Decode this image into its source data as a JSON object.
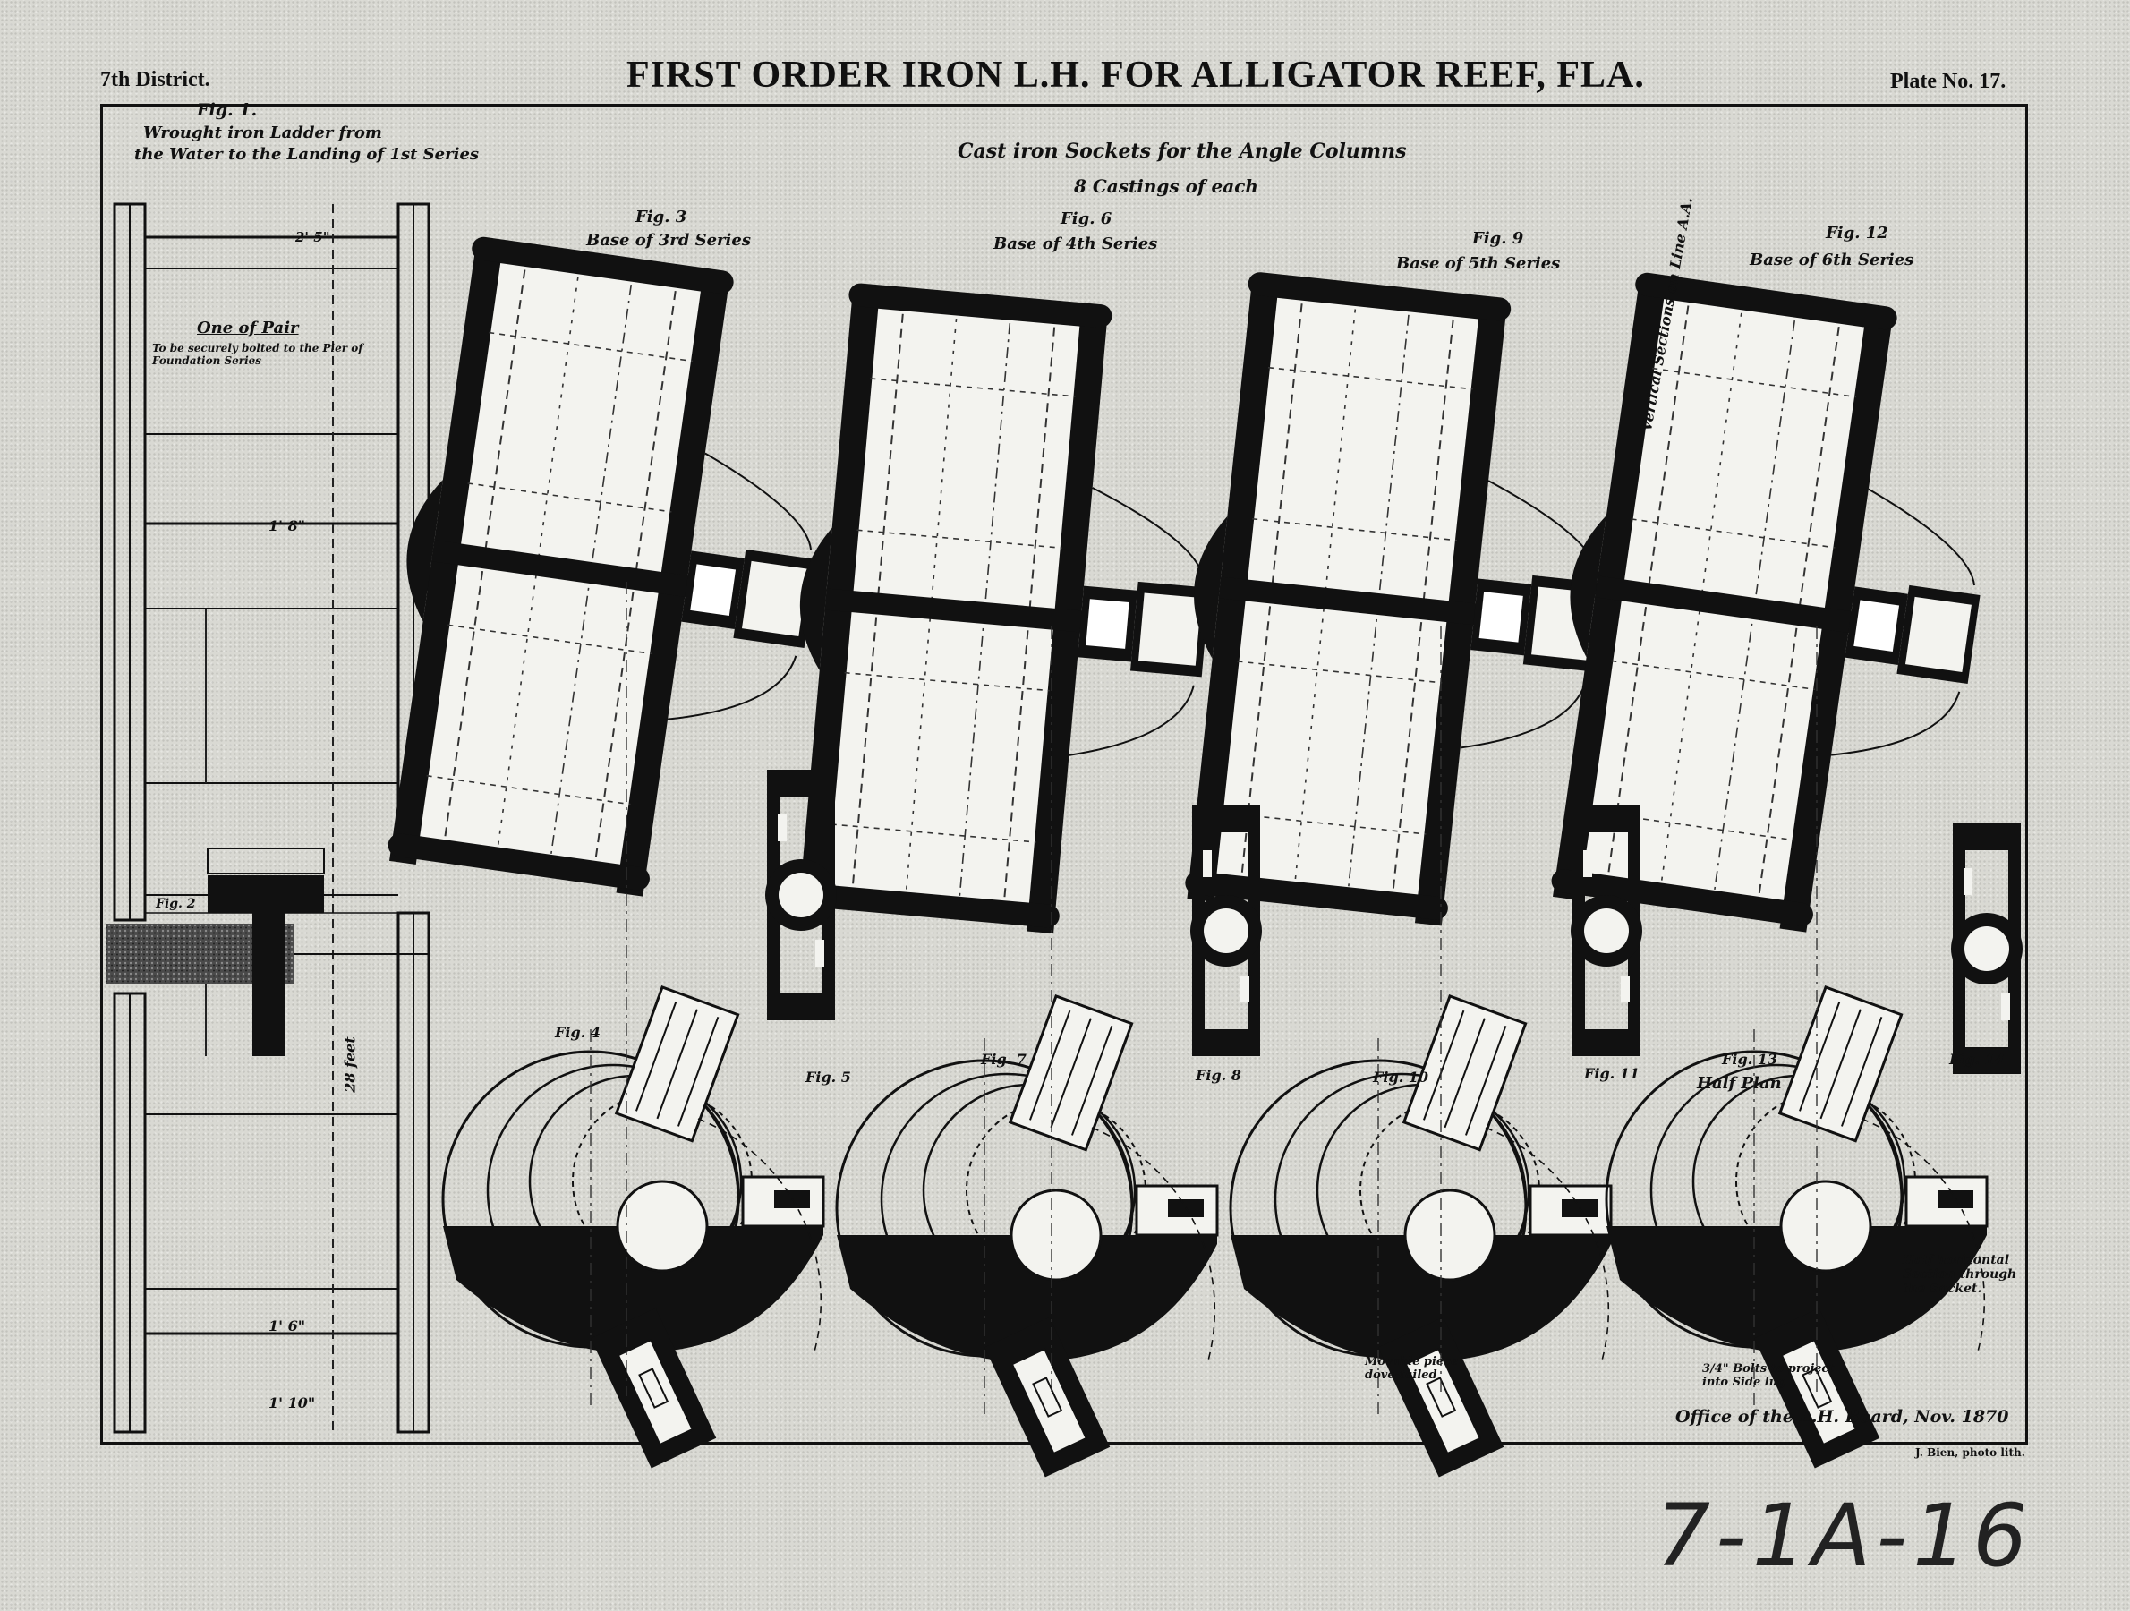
{
  "header": {
    "district": "7th District.",
    "title": "FIRST ORDER IRON L.H. FOR ALLIGATOR REEF, FLA.",
    "plate": "Plate No. 17."
  },
  "fig1": {
    "label": "Fig. 1.",
    "caption_line1": "Wrought iron Ladder from",
    "caption_line2": "the Water to the Landing of 1st Series",
    "ladder_note_title": "One of Pair",
    "ladder_note_body": "To be securely bolted to the Pier of Foundation Series",
    "dim_top": "2' 5\"",
    "dim_mid": "1' 8\"",
    "dim_total": "28 feet",
    "dim_bottom1": "1' 6\"",
    "dim_bottom2": "1' 10\""
  },
  "fig2": {
    "label": "Fig. 2"
  },
  "main_caption": {
    "line1": "Cast iron Sockets for the Angle Columns",
    "line2": "8 Castings of each"
  },
  "socket_figs": [
    {
      "label": "Fig. 3",
      "caption": "Base of 3rd Series",
      "plan_label": "Fig. 4",
      "section_label": "Fig. 5"
    },
    {
      "label": "Fig. 6",
      "caption": "Base of 4th Series",
      "plan_label": "Fig. 7",
      "section_label": "Fig. 8"
    },
    {
      "label": "Fig. 9",
      "caption": "Base of 5th Series",
      "plan_label": "Fig. 10",
      "section_label": "Fig. 11"
    },
    {
      "label": "Fig. 12",
      "caption": "Base of 6th Series",
      "plan_label": "Fig. 13",
      "section_label": "Fig. 14"
    }
  ],
  "notes": {
    "half_plan": "Half Plan",
    "vertical_sections": "Vertical Sections on Line A.A.",
    "horizontal_section": "Half horizontal Section through the Socket.",
    "movable_piece": "Movable piece dove-tailed",
    "bolts": "3/4\" Bolts to project into Side lug",
    "office": "Office of the L.H. Board, Nov. 1870",
    "lithographer": "J. Bien, photo lith."
  },
  "catalog_mark": "7-1A-16"
}
